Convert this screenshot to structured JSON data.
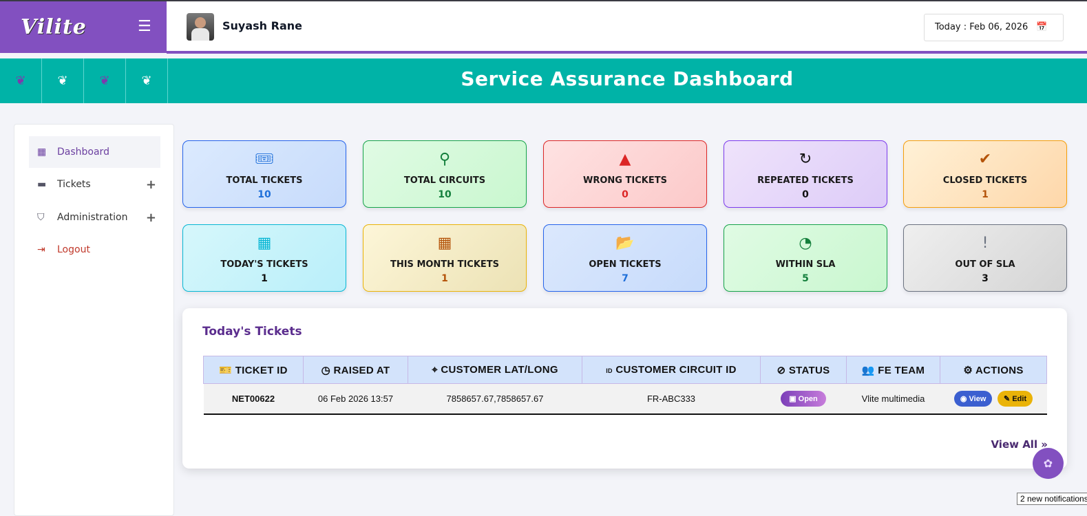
{
  "brand": {
    "logo": "Vilite",
    "menu_icon": "hamburger-icon"
  },
  "header": {
    "user_name": "Suyash Rane",
    "date_label": "Today : Feb 06, 2026"
  },
  "banner": {
    "title": "Service Assurance Dashboard"
  },
  "sidebar": {
    "items": [
      {
        "label": "Dashboard"
      },
      {
        "label": "Tickets"
      },
      {
        "label": "Administration"
      },
      {
        "label": "Logout"
      }
    ]
  },
  "cards": [
    {
      "label": "TOTAL TICKETS",
      "value": "10",
      "icon": "ticket-icon",
      "color": "#1e6fd9"
    },
    {
      "label": "TOTAL CIRCUITS",
      "value": "10",
      "icon": "sitemap-icon",
      "color": "#15803d"
    },
    {
      "label": "WRONG TICKETS",
      "value": "0",
      "icon": "warning-icon",
      "color": "#dc2626"
    },
    {
      "label": "REPEATED TICKETS",
      "value": "0",
      "icon": "redo-icon",
      "color": "#111111"
    },
    {
      "label": "CLOSED TICKETS",
      "value": "1",
      "icon": "check-circle-icon",
      "color": "#b45309"
    },
    {
      "label": "TODAY'S TICKETS",
      "value": "1",
      "icon": "calendar-day-icon",
      "color": "#111111"
    },
    {
      "label": "THIS MONTH TICKETS",
      "value": "1",
      "icon": "calendar-icon",
      "color": "#b45309"
    },
    {
      "label": "OPEN TICKETS",
      "value": "7",
      "icon": "folder-open-icon",
      "color": "#1e6fd9"
    },
    {
      "label": "WITHIN SLA",
      "value": "5",
      "icon": "clock-icon",
      "color": "#15803d"
    },
    {
      "label": "OUT OF SLA",
      "value": "3",
      "icon": "exclamation-circle-icon",
      "color": "#111111"
    }
  ],
  "todays_tickets": {
    "title": "Today's Tickets",
    "columns": [
      "TICKET ID",
      "RAISED AT",
      "CUSTOMER LAT/LONG",
      "CUSTOMER CIRCUIT ID",
      "STATUS",
      "FE TEAM",
      "ACTIONS"
    ],
    "rows": [
      {
        "ticket_id": "NET00622",
        "raised_at": "06 Feb 2026 13:57",
        "lat_long": "7858657.67,7858657.67",
        "circuit_id": "FR-ABC333",
        "status": "Open",
        "fe_team": "Vlite multimedia",
        "view": "View",
        "edit": "Edit"
      }
    ],
    "view_all": "View All »"
  },
  "notification": "2 new notifications"
}
